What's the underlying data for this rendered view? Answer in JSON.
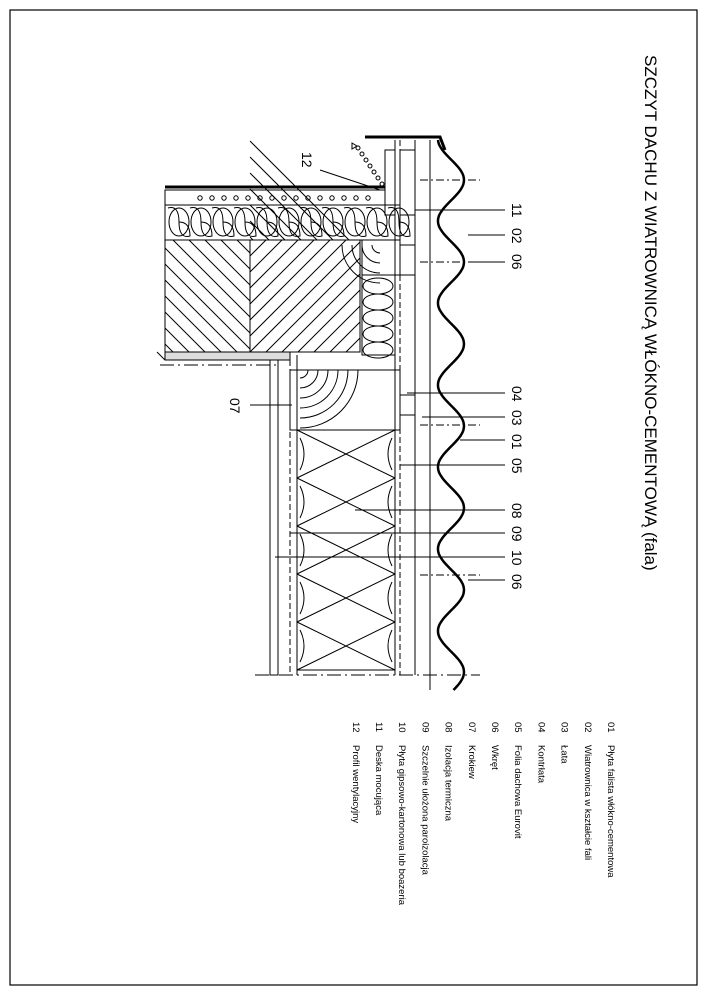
{
  "title": "SZCZYT DACHU Z WIATROWNICĄ WŁÓKNO-CEMENTOWĄ (fala)",
  "callouts": {
    "c11": "11",
    "c02": "02",
    "c06a": "06",
    "c04": "04",
    "c03": "03",
    "c01": "01",
    "c05": "05",
    "c08": "08",
    "c09": "09",
    "c10": "10",
    "c06b": "06",
    "c12": "12",
    "c07": "07"
  },
  "legend": [
    {
      "num": "01",
      "text": "Płyta falista włókno-cementowa"
    },
    {
      "num": "02",
      "text": "Wiatrownica w kształcie fali"
    },
    {
      "num": "03",
      "text": "Łata"
    },
    {
      "num": "04",
      "text": "Kontrłata"
    },
    {
      "num": "05",
      "text": "Folia dachowa Eurovit"
    },
    {
      "num": "06",
      "text": "Wkręt"
    },
    {
      "num": "07",
      "text": "Krokiew"
    },
    {
      "num": "08",
      "text": "Izolacja termiczna"
    },
    {
      "num": "09",
      "text": "Szczelnie ułożona paroizolacja"
    },
    {
      "num": "10",
      "text": "Płyta gipsowo-kartonowa lub boazeria"
    },
    {
      "num": "11",
      "text": "Deska mocująca"
    },
    {
      "num": "12",
      "text": "Profil wentylacyjny"
    }
  ]
}
